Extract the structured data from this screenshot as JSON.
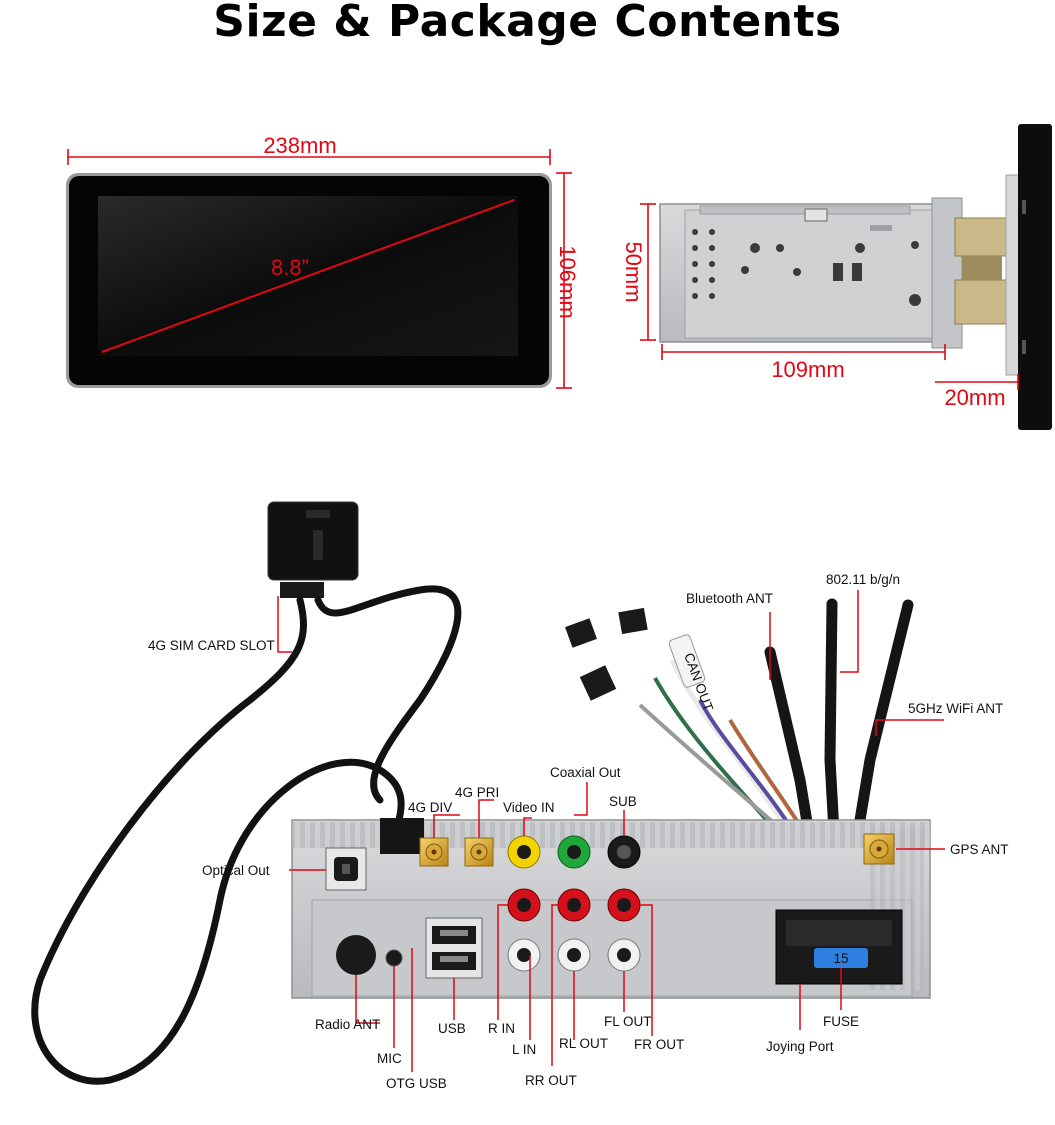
{
  "title": "Size & Package Contents",
  "dimensions": {
    "width": "238mm",
    "height": "106mm",
    "diagonal": "8.8”",
    "depth": "109mm",
    "body_height": "50mm",
    "panel_depth": "20mm"
  },
  "labels": {
    "sim_slot": "4G SIM CARD SLOT",
    "bluetooth_ant": "Bluetooth ANT",
    "wifi_24": "802.11 b/g/n",
    "wifi_5": "5GHz WiFi ANT",
    "coaxial_out": "Coaxial Out",
    "pri_4g": "4G PRI",
    "div_4g": "4G DIV",
    "video_in": "Video IN",
    "sub": "SUB",
    "optical_out": "Optical Out",
    "gps_ant": "GPS ANT",
    "radio_ant": "Radio ANT",
    "mic": "MIC",
    "otg_usb": "OTG USB",
    "usb": "USB",
    "r_in": "R IN",
    "l_in": "L IN",
    "rl_out": "RL OUT",
    "rr_out": "RR OUT",
    "fl_out": "FL OUT",
    "fr_out": "FR OUT",
    "joying_port": "Joying Port",
    "fuse": "FUSE",
    "fuse_rating": "15",
    "can_out": "CAN OUT"
  },
  "colors": {
    "dimension": "#e30613",
    "rca_yellow": "#f2d200",
    "rca_green": "#1fa83a",
    "rca_red": "#d4111a",
    "rca_white": "#f2f2f2",
    "fuse_blue": "#2f7fe0"
  }
}
